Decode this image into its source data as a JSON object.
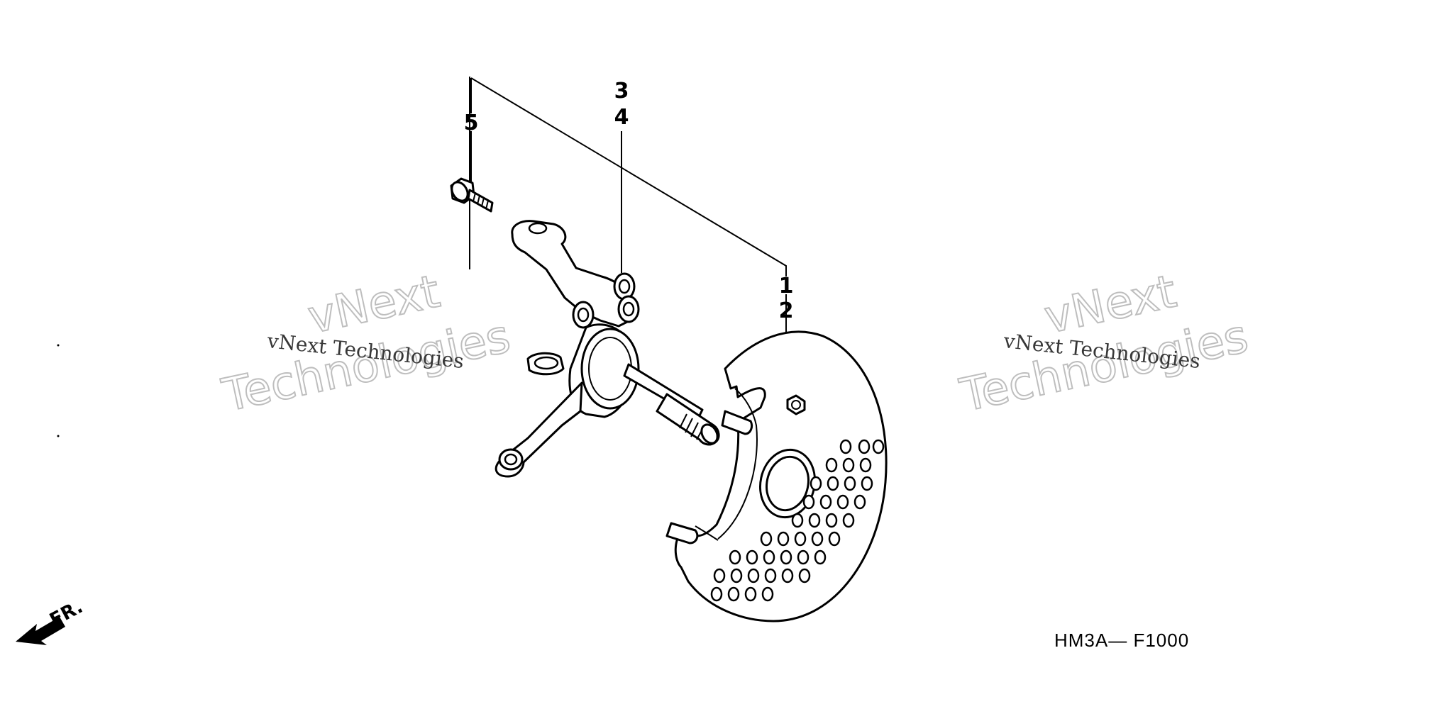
{
  "callouts": {
    "part_1": "1",
    "part_2": "2",
    "part_3": "3",
    "part_4": "4",
    "part_5": "5"
  },
  "watermark": {
    "brand": "vNext",
    "brand_sub": "Technologies",
    "full": "vNext Technologies"
  },
  "diagram_code": "HM3A— F1000",
  "front_label": "FR.",
  "colors": {
    "line": "#000000",
    "watermark": "#b8b8b8",
    "background": "#ffffff"
  }
}
